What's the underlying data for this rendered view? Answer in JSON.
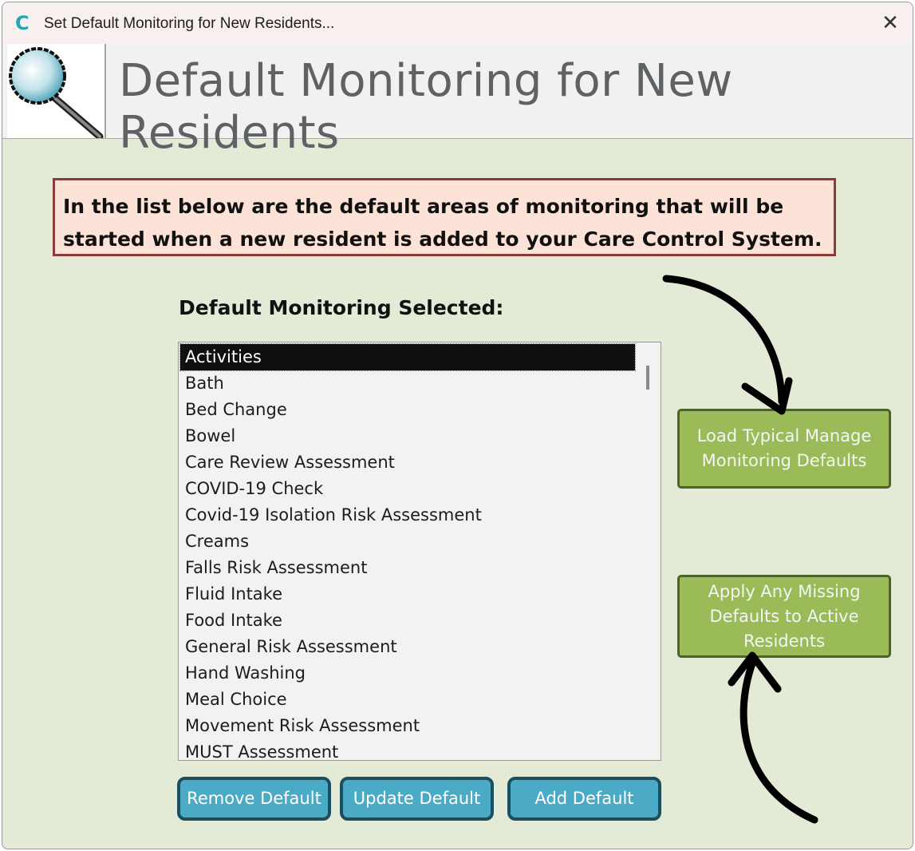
{
  "window": {
    "app_icon": "care-control-c-icon",
    "title": "Set Default Monitoring for New Residents...",
    "close_glyph": "✕"
  },
  "header": {
    "logo_icon": "magnifying-glass-icon",
    "title": "Default Monitoring for New Residents"
  },
  "info": {
    "line1": "In the list below are the default areas of monitoring that will be",
    "line2": "started when a new resident is added to your Care Control System."
  },
  "list": {
    "heading": "Default Monitoring Selected:",
    "selected_index": 0,
    "items": [
      "Activities",
      "Bath",
      "Bed Change",
      "Bowel",
      "Care Review Assessment",
      "COVID-19 Check",
      "Covid-19 Isolation Risk Assessment",
      "Creams",
      "Falls Risk Assessment",
      "Fluid Intake",
      "Food Intake",
      "General Risk Assessment",
      "Hand Washing",
      "Meal Choice",
      "Movement Risk Assessment",
      "MUST Assessment"
    ]
  },
  "buttons": {
    "remove": "Remove Default",
    "update": "Update Default",
    "add": "Add Default",
    "load_line1": "Load Typical Manage",
    "load_line2": "Monitoring Defaults",
    "apply_line1": "Apply Any Missing",
    "apply_line2": "Defaults to Active",
    "apply_line3": "Residents"
  },
  "colors": {
    "window_bg": "#e3ebd7",
    "green_button": "#9bbb59",
    "blue_button": "#4babc6",
    "info_bg": "#fde3d7",
    "info_border": "#8e3b37"
  }
}
